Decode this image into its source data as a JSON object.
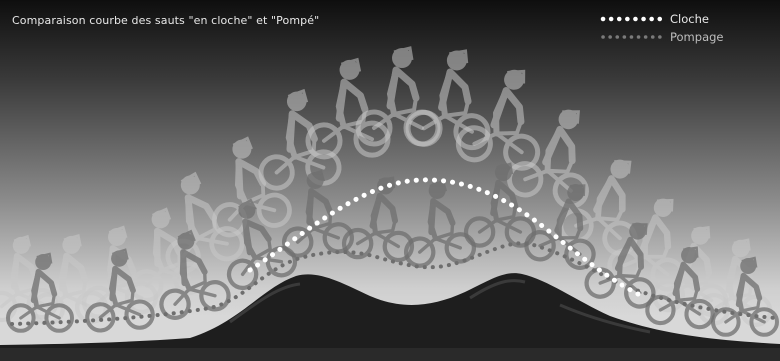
{
  "figure": {
    "title": "Comparaison courbe des sauts \"en cloche\" et \"Pompé\"",
    "legend": [
      {
        "label": "Cloche",
        "style": "white-dotted",
        "color": "#ffffff"
      },
      {
        "label": "Pompage",
        "style": "grey-dotted",
        "color": "#7a7a7a"
      }
    ],
    "colors": {
      "rider_ghost": "#c9c9c9",
      "rider_main": "#6f6f6f",
      "ground_dark": "#2a2a2a",
      "mound": "#1e1e1e",
      "cloche_path": "#ffffff",
      "pompage_path": "#6e6e6e"
    },
    "subject": "bmx-riders-sequence"
  }
}
